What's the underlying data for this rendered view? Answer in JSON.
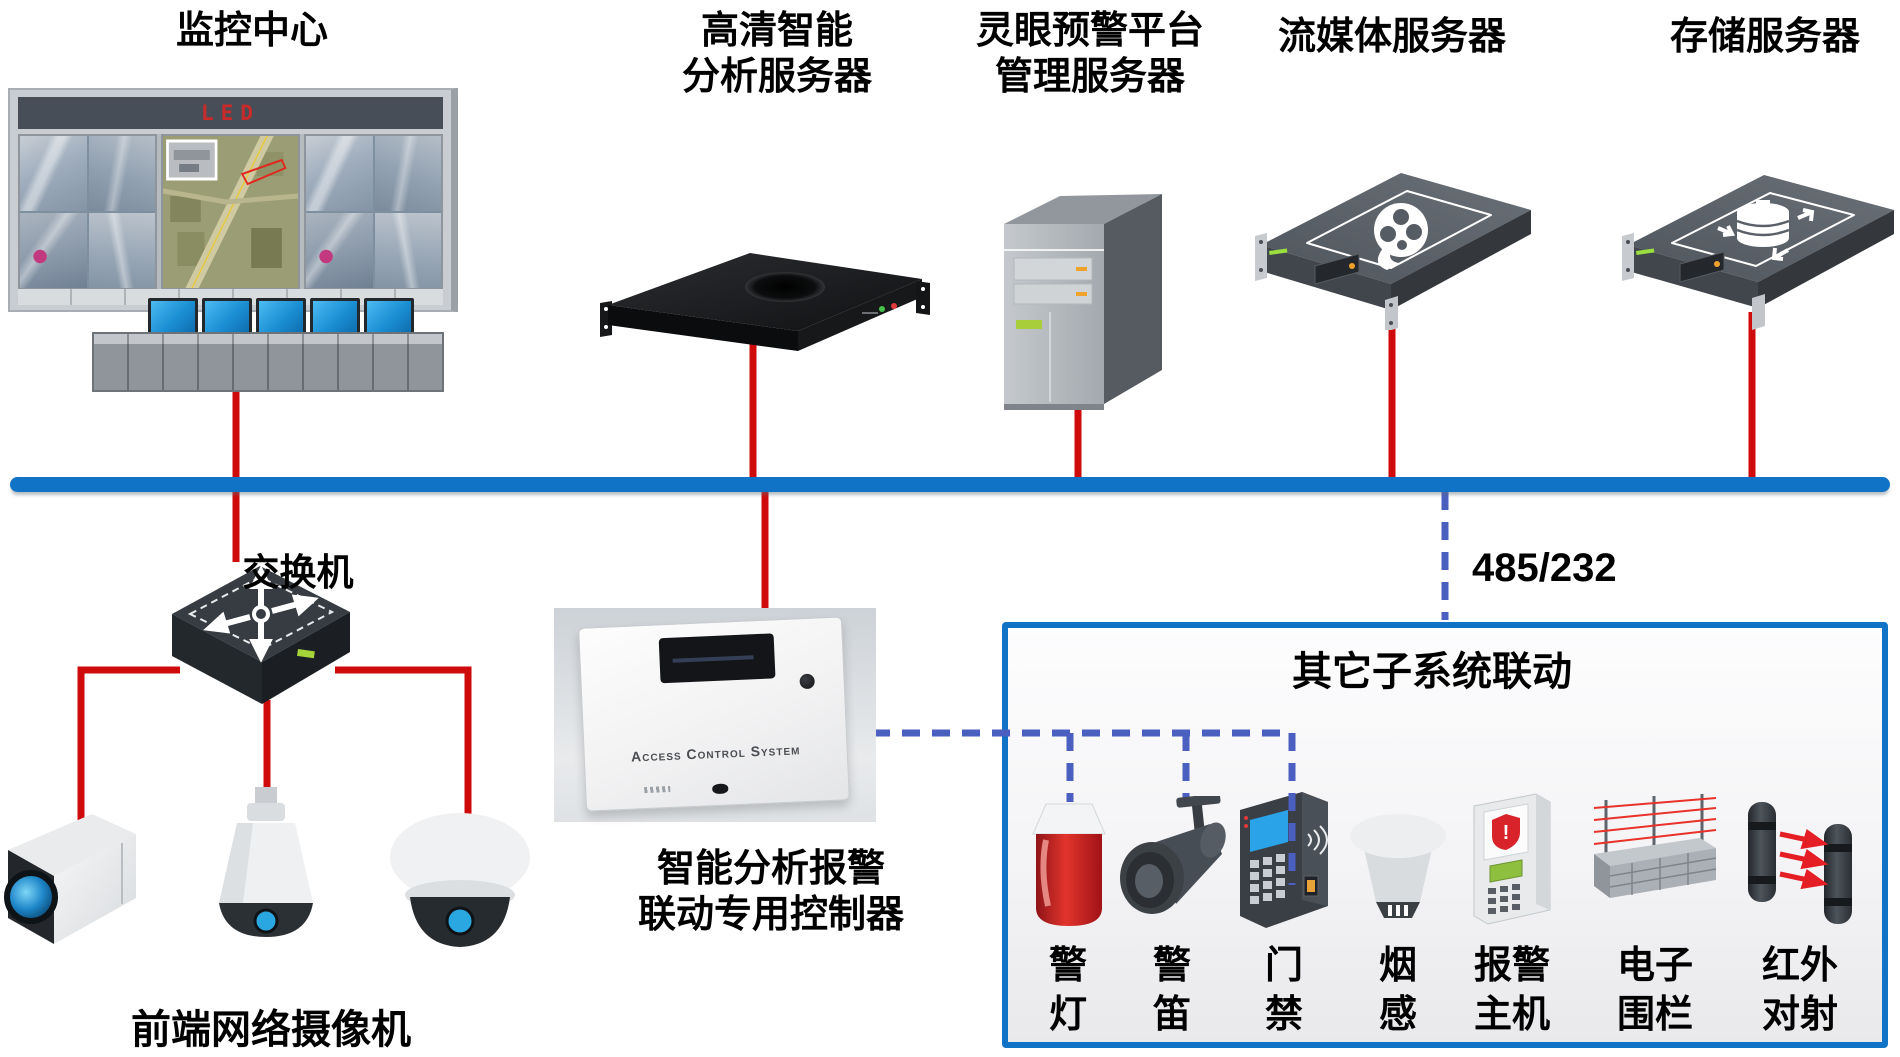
{
  "labels": {
    "monitor_center": "监控中心",
    "hd_server_line1": "高清智能",
    "hd_server_line2": "分析服务器",
    "platform_server_line1": "灵眼预警平台",
    "platform_server_line2": "管理服务器",
    "media_server": "流媒体服务器",
    "storage_server": "存储服务器",
    "switch": "交换机",
    "front_cameras": "前端网络摄像机",
    "controller_line1": "智能分析报警",
    "controller_line2": "联动专用控制器",
    "serial_link": "485/232",
    "led_text": "LED",
    "acs_device_text": "Access Control System"
  },
  "subsystem": {
    "title": "其它子系统联动",
    "items": [
      {
        "name": "alarm-light",
        "line1": "警",
        "line2": "灯"
      },
      {
        "name": "siren",
        "line1": "警",
        "line2": "笛"
      },
      {
        "name": "access-control",
        "line1": "门",
        "line2": "禁"
      },
      {
        "name": "smoke-detector",
        "line1": "烟",
        "line2": "感"
      },
      {
        "name": "alarm-host",
        "line1": "报警",
        "line2": "主机"
      },
      {
        "name": "electric-fence",
        "line1": "电子",
        "line2": "围栏"
      },
      {
        "name": "infrared-beam",
        "line1": "红外",
        "line2": "对射"
      }
    ]
  },
  "colors": {
    "bus_blue": "#1173c5",
    "connector_red": "#cf0a0a",
    "dashed_blue": "#4a5fc0",
    "box_border_blue": "#1173c5"
  }
}
